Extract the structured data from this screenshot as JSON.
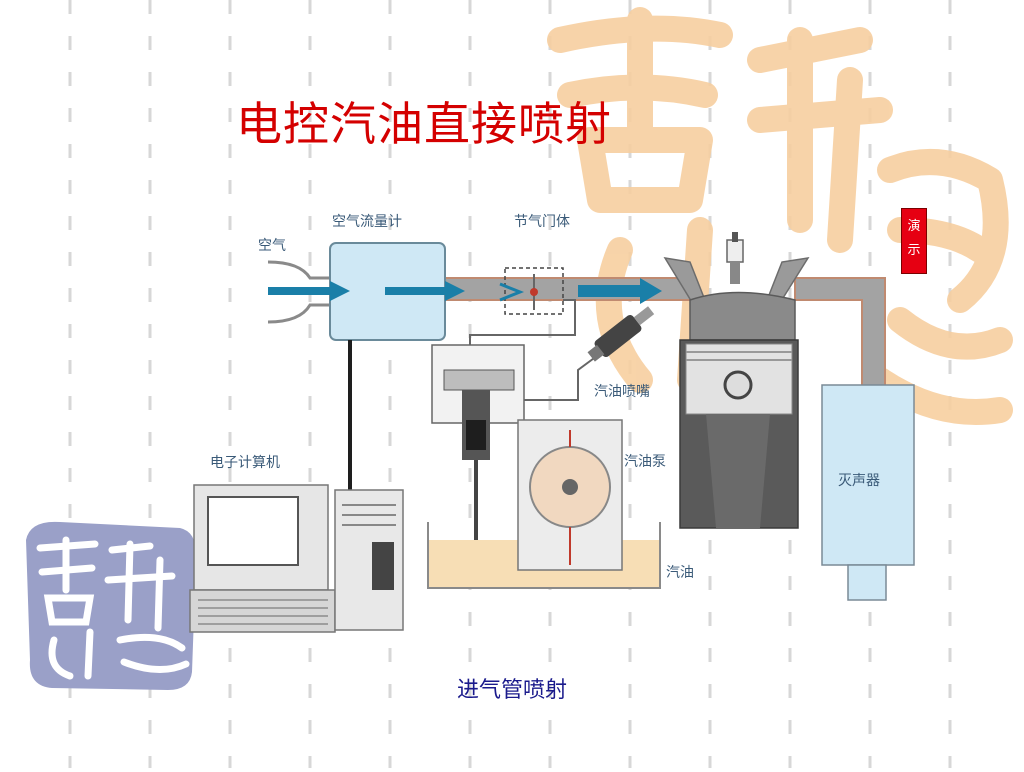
{
  "slide": {
    "title": "电控汽油直接喷射",
    "caption": "进气管喷射",
    "demo_button": "演示"
  },
  "diagram": {
    "labels": {
      "air": "空气",
      "air_flow_meter": "空气流量计",
      "throttle_valve": "节气门体",
      "fuel_injector": "汽油喷嘴",
      "fuel_pump": "汽油泵",
      "fuel": "汽油",
      "muffler": "灭声器",
      "computer": "电子计算机"
    }
  },
  "colors": {
    "title": "#d40000",
    "caption": "#1a1a8c",
    "pipe": "#9a9a9a",
    "pipe_edge": "#c8a080",
    "flow_arrow": "#1a7fa8",
    "box_light_blue": "#cfe8f5",
    "fuel_tank": "#f7deb5",
    "cylinder": "#5a5a5a",
    "demo_button": "#e60012",
    "seal_orange": "#f7cfa0",
    "seal_blue": "#9aa0c8"
  }
}
